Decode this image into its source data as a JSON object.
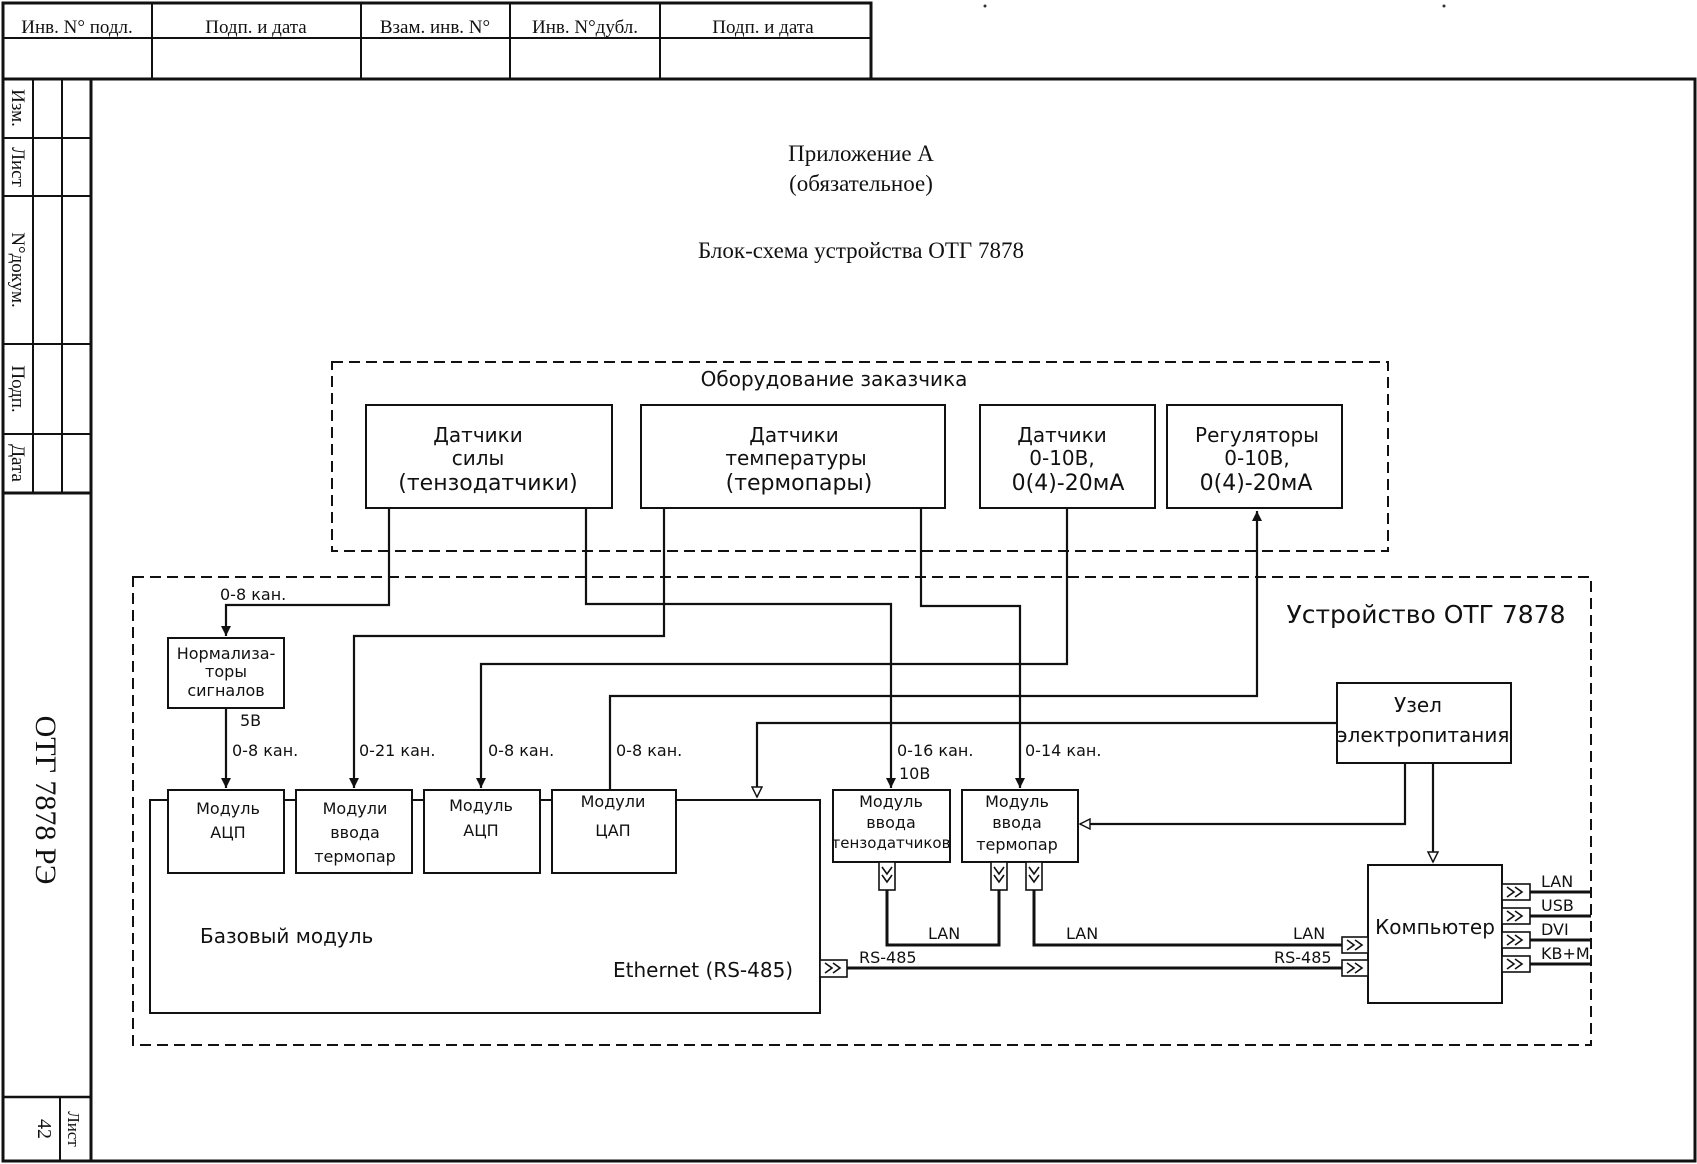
{
  "stamp": {
    "headers": [
      "Инв. N° подл.",
      "Подп. и дата",
      "Взам. инв. N°",
      "Инв. N°дубл.",
      "Подп. и дата"
    ],
    "side_labels": [
      "Изм.",
      "Лист",
      "N°докум.",
      "Подп.",
      "Дата"
    ],
    "doc_code": "ОТГ 7878 РЭ",
    "sheet_label": "Лист",
    "sheet_number": "42"
  },
  "heading": {
    "appendix": "Приложение А",
    "status": "(обязательное)",
    "title": "Блок-схема устройства ОТГ 7878"
  },
  "customer": {
    "title": "Оборудование заказчика",
    "force_sensors": [
      "Датчики",
      "силы",
      "(тензодатчики)"
    ],
    "temp_sensors": [
      "Датчики",
      "температуры",
      "(термопары)"
    ],
    "sensors_010": [
      "Датчики",
      "0-10В,",
      "0(4)-20мА"
    ],
    "regulators": [
      "Регуляторы",
      "0-10В,",
      "0(4)-20мА"
    ]
  },
  "device": {
    "title": "Устройство ОТГ 7878",
    "normalizers": [
      "Нормализа-",
      "торы",
      "сигналов"
    ],
    "power_unit": [
      "Узел",
      "электропитания"
    ],
    "adc1": [
      "Модуль",
      "АЦП"
    ],
    "thermo_in": [
      "Модули",
      "ввода",
      "термопар"
    ],
    "adc2": [
      "Модуль",
      "АЦП"
    ],
    "dac": [
      "Модули",
      "ЦАП"
    ],
    "strain_module": [
      "Модуль",
      "ввода",
      "тензодатчиков"
    ],
    "thermo_module": [
      "Модуль",
      "ввода",
      "термопар"
    ],
    "base_module": "Базовый модуль",
    "ethernet": "Ethernet (RS-485)",
    "computer": "Компьютер"
  },
  "connections": {
    "ch_0_8_norm": "0-8 кан.",
    "v5": "5В",
    "ch_0_8_adc1": "0-8 кан.",
    "ch_0_21": "0-21 кан.",
    "ch_0_8_adc2": "0-8 кан.",
    "ch_0_8_dac": "0-8 кан.",
    "ch_0_16": "0-16 кан.",
    "v10": "10В",
    "ch_0_14": "0-14 кан.",
    "lan_a": "LAN",
    "lan_b": "LAN",
    "lan_c": "LAN",
    "rs485_a": "RS-485",
    "rs485_b": "RS-485"
  },
  "computer_ports": [
    "LAN",
    "USB",
    "DVI",
    "KB+M"
  ]
}
